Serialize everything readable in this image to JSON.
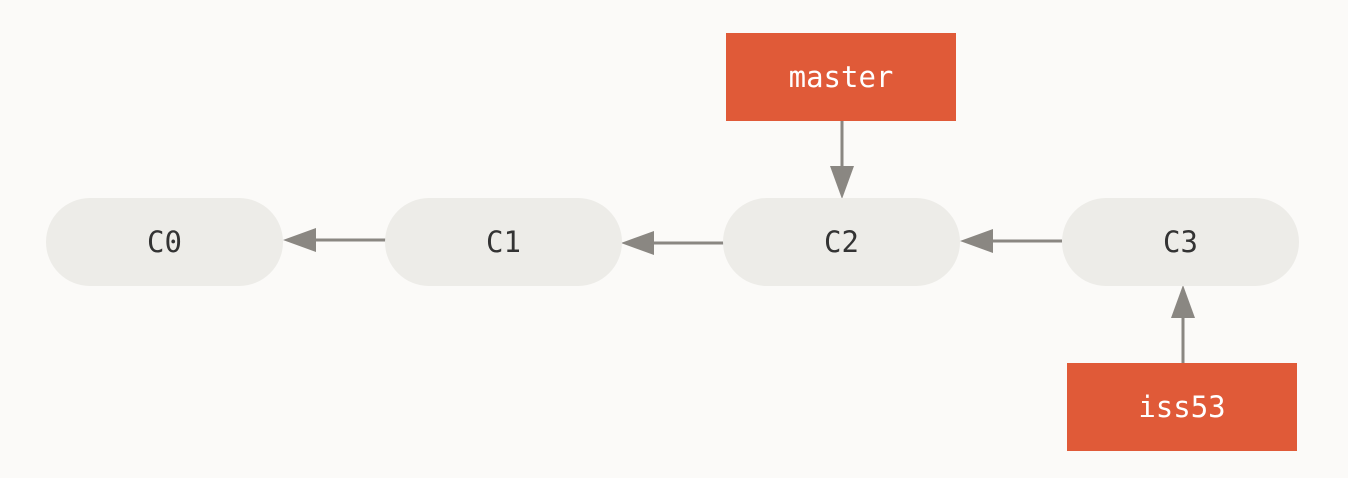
{
  "commits": [
    {
      "label": "C0"
    },
    {
      "label": "C1"
    },
    {
      "label": "C2"
    },
    {
      "label": "C3"
    }
  ],
  "branches": {
    "master": {
      "label": "master",
      "points_to": "C2"
    },
    "iss53": {
      "label": "iss53",
      "points_to": "C3"
    }
  },
  "colors": {
    "background": "#fbfaf8",
    "commit_fill": "#edece8",
    "commit_text": "#333333",
    "branch_fill": "#e05a38",
    "branch_text": "#ffffff",
    "arrow": "#8a8782"
  }
}
